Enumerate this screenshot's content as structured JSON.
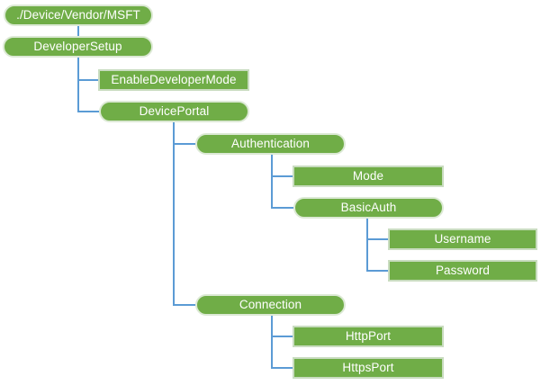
{
  "diagram": {
    "type": "tree",
    "description": "Configuration service provider tree rooted at ./Device/Vendor/MSFT",
    "colors": {
      "node_fill": "#70AD47",
      "node_text": "#FFFFFF",
      "rect_border": "#C9DCC0",
      "pill_border": "#DCE9D5",
      "connector": "#5B9BD5",
      "background": "#FFFFFF"
    },
    "nodes": [
      {
        "label": "./Device/Vendor/MSFT",
        "shape": "rounded",
        "children": [
          "DeveloperSetup"
        ]
      },
      {
        "label": "DeveloperSetup",
        "shape": "rounded",
        "children": [
          "EnableDeveloperMode",
          "DevicePortal"
        ]
      },
      {
        "label": "EnableDeveloperMode",
        "shape": "rect",
        "children": []
      },
      {
        "label": "DevicePortal",
        "shape": "rounded",
        "children": [
          "Authentication",
          "Connection"
        ]
      },
      {
        "label": "Authentication",
        "shape": "rounded",
        "children": [
          "Mode",
          "BasicAuth"
        ]
      },
      {
        "label": "Mode",
        "shape": "rect",
        "children": []
      },
      {
        "label": "BasicAuth",
        "shape": "rounded",
        "children": [
          "Username",
          "Password"
        ]
      },
      {
        "label": "Username",
        "shape": "rect",
        "children": []
      },
      {
        "label": "Password",
        "shape": "rect",
        "children": []
      },
      {
        "label": "Connection",
        "shape": "rounded",
        "children": [
          "HttpPort",
          "HttpsPort"
        ]
      },
      {
        "label": "HttpPort",
        "shape": "rect",
        "children": []
      },
      {
        "label": "HttpsPort",
        "shape": "rect",
        "children": []
      }
    ]
  }
}
